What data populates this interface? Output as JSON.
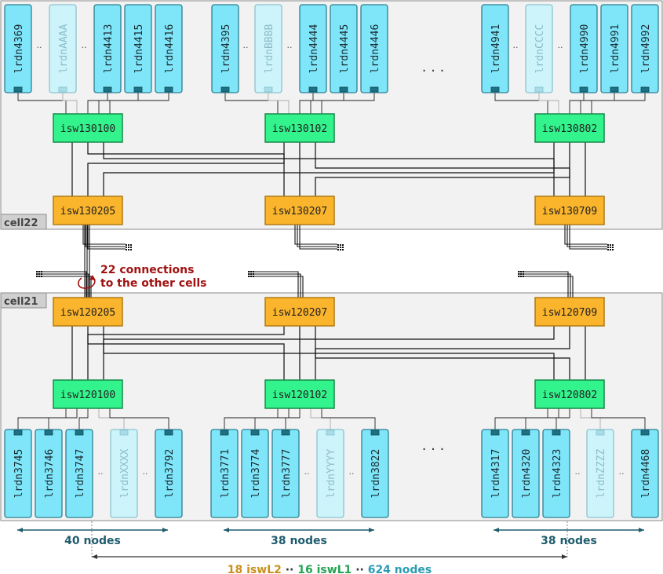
{
  "cells": {
    "top": {
      "label": "cell22"
    },
    "bottom": {
      "label": "cell21"
    }
  },
  "top_nodes": [
    [
      "lrdn4369",
      "lrdnAAAA",
      "lrdn4413",
      "lrdn4415",
      "lrdn4416"
    ],
    [
      "lrdn4395",
      "lrdnBBBB",
      "lrdn4444",
      "lrdn4445",
      "lrdn4446"
    ],
    [
      "lrdn4941",
      "lrdnCCCC",
      "lrdn4990",
      "lrdn4991",
      "lrdn4992"
    ]
  ],
  "bottom_nodes": [
    [
      "lrdn3745",
      "lrdn3746",
      "lrdn3747",
      "lrdnXXXX",
      "lrdn3792"
    ],
    [
      "lrdn3771",
      "lrdn3774",
      "lrdn3777",
      "lrdnYYYY",
      "lrdn3822"
    ],
    [
      "lrdn4317",
      "lrdn4320",
      "lrdn4323",
      "lrdnZZZZ",
      "lrdn4468"
    ]
  ],
  "top_l1": [
    "isw130100",
    "isw130102",
    "isw130802"
  ],
  "top_l2": [
    "isw130205",
    "isw130207",
    "isw130709"
  ],
  "bottom_l2": [
    "isw120205",
    "isw120207",
    "isw120709"
  ],
  "bottom_l1": [
    "isw120100",
    "isw120102",
    "isw120802"
  ],
  "ellipsis": "· · ·",
  "small_dots": "··",
  "connections_note": [
    "22 connections",
    "to the other cells"
  ],
  "group_counts": [
    "40 nodes",
    "38 nodes",
    "38 nodes"
  ],
  "summary": {
    "l2": "18 iswL2",
    "sep": "··",
    "l1": "16 iswL1",
    "nodes": "624 nodes"
  },
  "colors": {
    "node_fill": "#7fe6fa",
    "node_stroke": "#2f7f91",
    "placeholder_fill": "#cdf4fb",
    "placeholder_stroke": "#8bc3cf",
    "l1_fill": "#33f48c",
    "l1_stroke": "#178a4a",
    "l2_fill": "#fbb52c",
    "l2_stroke": "#b07a12",
    "note_red": "#a11212",
    "count_teal": "#1f5c6d",
    "summary_orange": "#c8901d",
    "summary_green": "#25a354",
    "summary_teal": "#2a9cb3"
  }
}
